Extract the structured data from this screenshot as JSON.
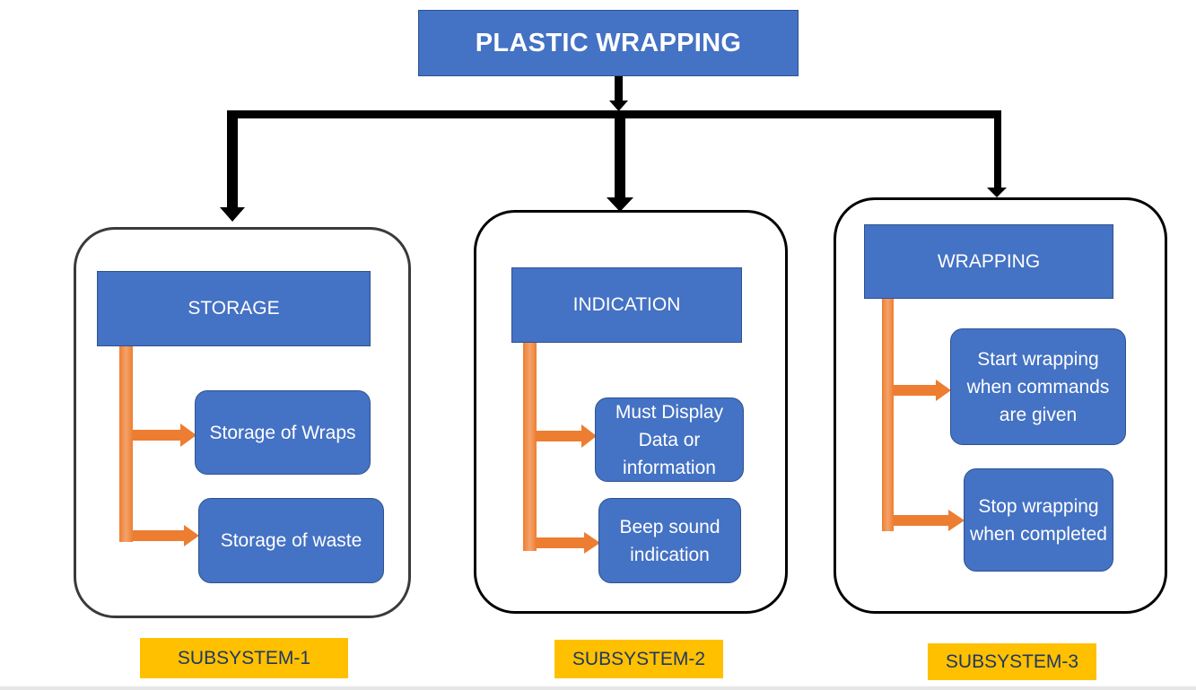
{
  "diagram": {
    "root": {
      "label": "PLASTIC WRAPPING"
    },
    "subsystems": [
      {
        "header": "STORAGE",
        "items": [
          "Storage of Wraps",
          "Storage of waste"
        ],
        "tag": "SUBSYSTEM-1"
      },
      {
        "header": "INDICATION",
        "items": [
          "Must Display Data or information",
          "Beep sound indication"
        ],
        "tag": "SUBSYSTEM-2"
      },
      {
        "header": "WRAPPING",
        "items": [
          "Start wrapping when commands are given",
          "Stop wrapping when completed"
        ],
        "tag": "SUBSYSTEM-3"
      }
    ],
    "colors": {
      "box_fill": "#4472c4",
      "box_border": "#2f528f",
      "connector_orange": "#ed7d31",
      "tag_fill": "#ffc000",
      "tag_text": "#1f3864",
      "tree_lines": "#000000"
    }
  }
}
